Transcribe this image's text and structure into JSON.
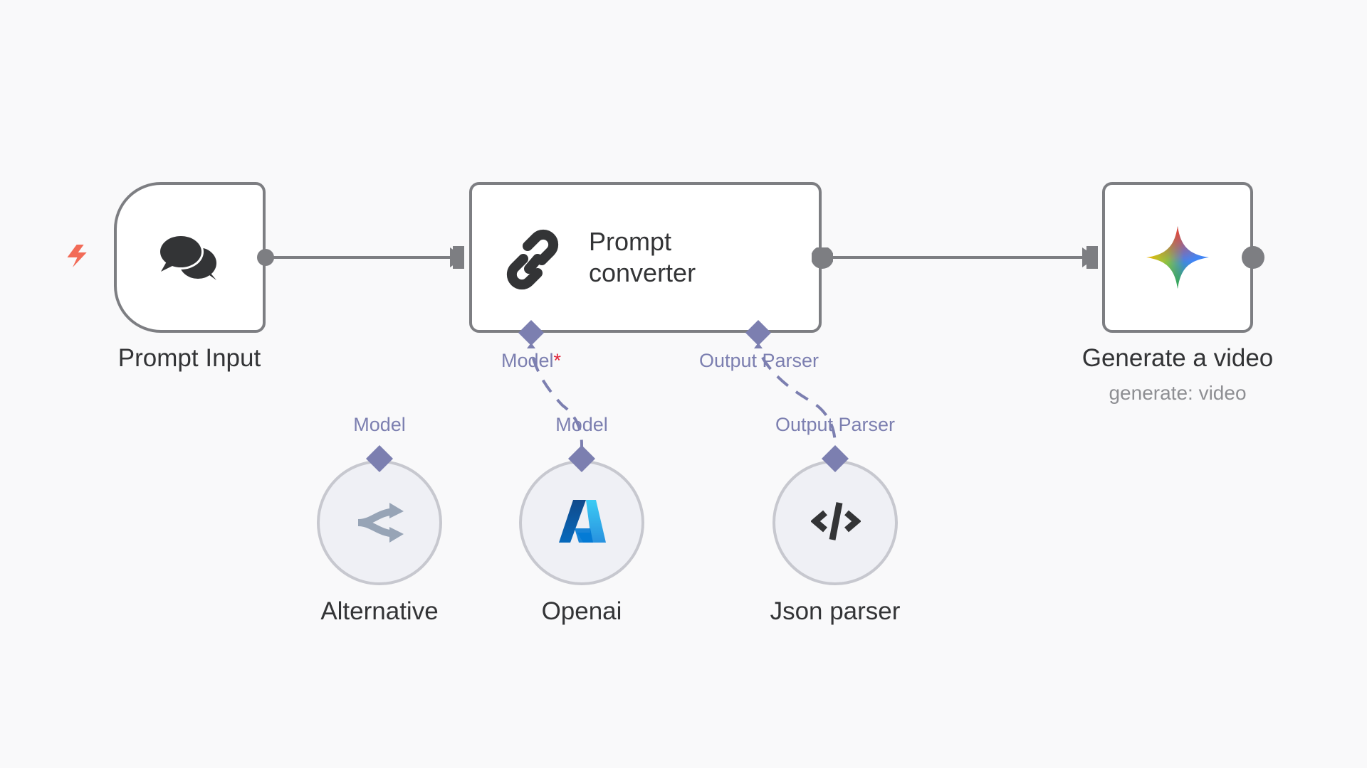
{
  "workflow": {
    "trigger_icon": "lightning-bolt-icon",
    "colors": {
      "edge": "#7d7e82",
      "sub_edge": "#7c7fb0",
      "trigger": "#f26b57",
      "required": "#e0243a"
    },
    "nodes": {
      "prompt_input": {
        "title": "Prompt Input",
        "icon": "chat-bubbles-icon"
      },
      "prompt_converter": {
        "title_line1": "Prompt",
        "title_line2": "converter",
        "icon": "link-chain-icon",
        "ports": {
          "model_label": "Model",
          "model_required_mark": "*",
          "output_parser_label": "Output Parser"
        }
      },
      "generate_video": {
        "title": "Generate a video",
        "subtitle": "generate: video",
        "icon": "gemini-sparkle-icon"
      },
      "alternative": {
        "title": "Alternative",
        "port_label": "Model",
        "icon": "split-arrows-icon"
      },
      "openai": {
        "title": "Openai",
        "port_label": "Model",
        "icon": "azure-logo-icon"
      },
      "json_parser": {
        "title": "Json parser",
        "port_label": "Output Parser",
        "icon": "code-brackets-icon"
      }
    }
  }
}
